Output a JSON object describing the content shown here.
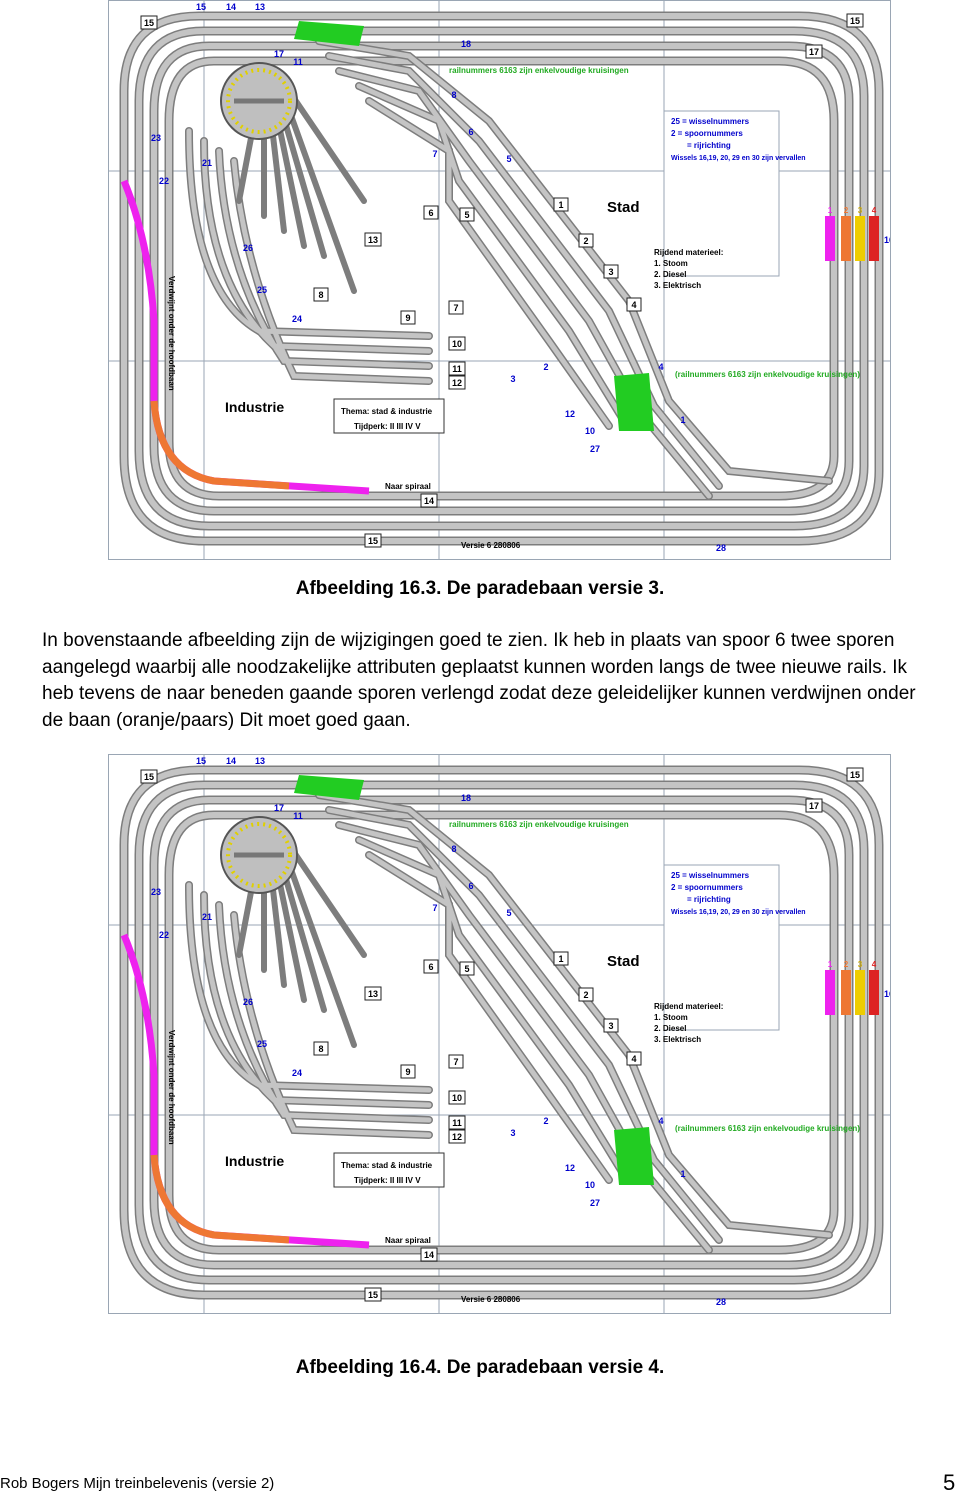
{
  "figures": [
    {
      "caption": "Afbeelding 16.3. De paradebaan versie 3.",
      "labels": {
        "stad": "Stad",
        "industrie": "Industrie",
        "verdwijnt": "Verdwijnt onder de hoofdbaan",
        "thema": "Thema: stad & industrie",
        "tijdperk": "Tijdperk: II III IV V",
        "railnummers": "railnummers 6163 zijn enkelvoudige kruisingen",
        "railnummers2": "(railnummers 6163 zijn enkelvoudige kruisingen)",
        "legend1": "25 = wisselnummers",
        "legend2": "2 = spoornummers",
        "legend3": "= rijrichting",
        "legend4": "Wissels 16,19, 20, 29 en 30 zijn vervallen",
        "rijdend_title": "Rijdend materieel:",
        "rijdend1": "1. Stoom",
        "rijdend2": "2. Diesel",
        "rijdend3": "3. Elektrisch",
        "naar_spiraal": "Naar spiraal",
        "versie": "Versie 6 280806"
      }
    },
    {
      "caption": "Afbeelding 16.4. De paradebaan versie 4.",
      "labels": {
        "stad": "Stad",
        "industrie": "Industrie",
        "verdwijnt": "Verdwijnt onder de hoofdbaan",
        "thema": "Thema: stad & industrie",
        "tijdperk": "Tijdperk: II III IV V",
        "railnummers": "railnummers 6163 zijn enkelvoudige kruisingen",
        "railnummers2": "(railnummers 6163 zijn enkelvoudige kruisingen)",
        "legend1": "25 = wisselnummers",
        "legend2": "2 = spoornummers",
        "legend3": "= rijrichting",
        "legend4": "Wissels 16,19, 20, 29 en 30 zijn vervallen",
        "rijdend_title": "Rijdend materieel:",
        "rijdend1": "1. Stoom",
        "rijdend2": "2. Diesel",
        "rijdend3": "3. Elektrisch",
        "naar_spiraal": "Naar spiraal",
        "versie": "Versie 6 280806"
      }
    }
  ],
  "paragraph": "In bovenstaande afbeelding zijn de wijzigingen goed te zien. Ik heb in plaats van spoor 6 twee sporen aangelegd waarbij alle noodzakelijke attributen geplaatst kunnen worden langs de twee nieuwe rails. Ik heb tevens de naar beneden gaande sporen verlengd zodat deze geleidelijker kunnen verdwijnen onder de baan (oranje/paars) Dit moet goed gaan.",
  "footer": {
    "left": "Rob Bogers  Mijn treinbelevenis (versie 2)",
    "page": "5"
  },
  "colors": {
    "track": "#b9b9b9",
    "track_edge": "#7d7d7d",
    "green": "#22cc22",
    "magenta": "#ee22ee",
    "orange": "#ee7733",
    "grid": "#9aa6b4",
    "blue": "#0000cc"
  }
}
